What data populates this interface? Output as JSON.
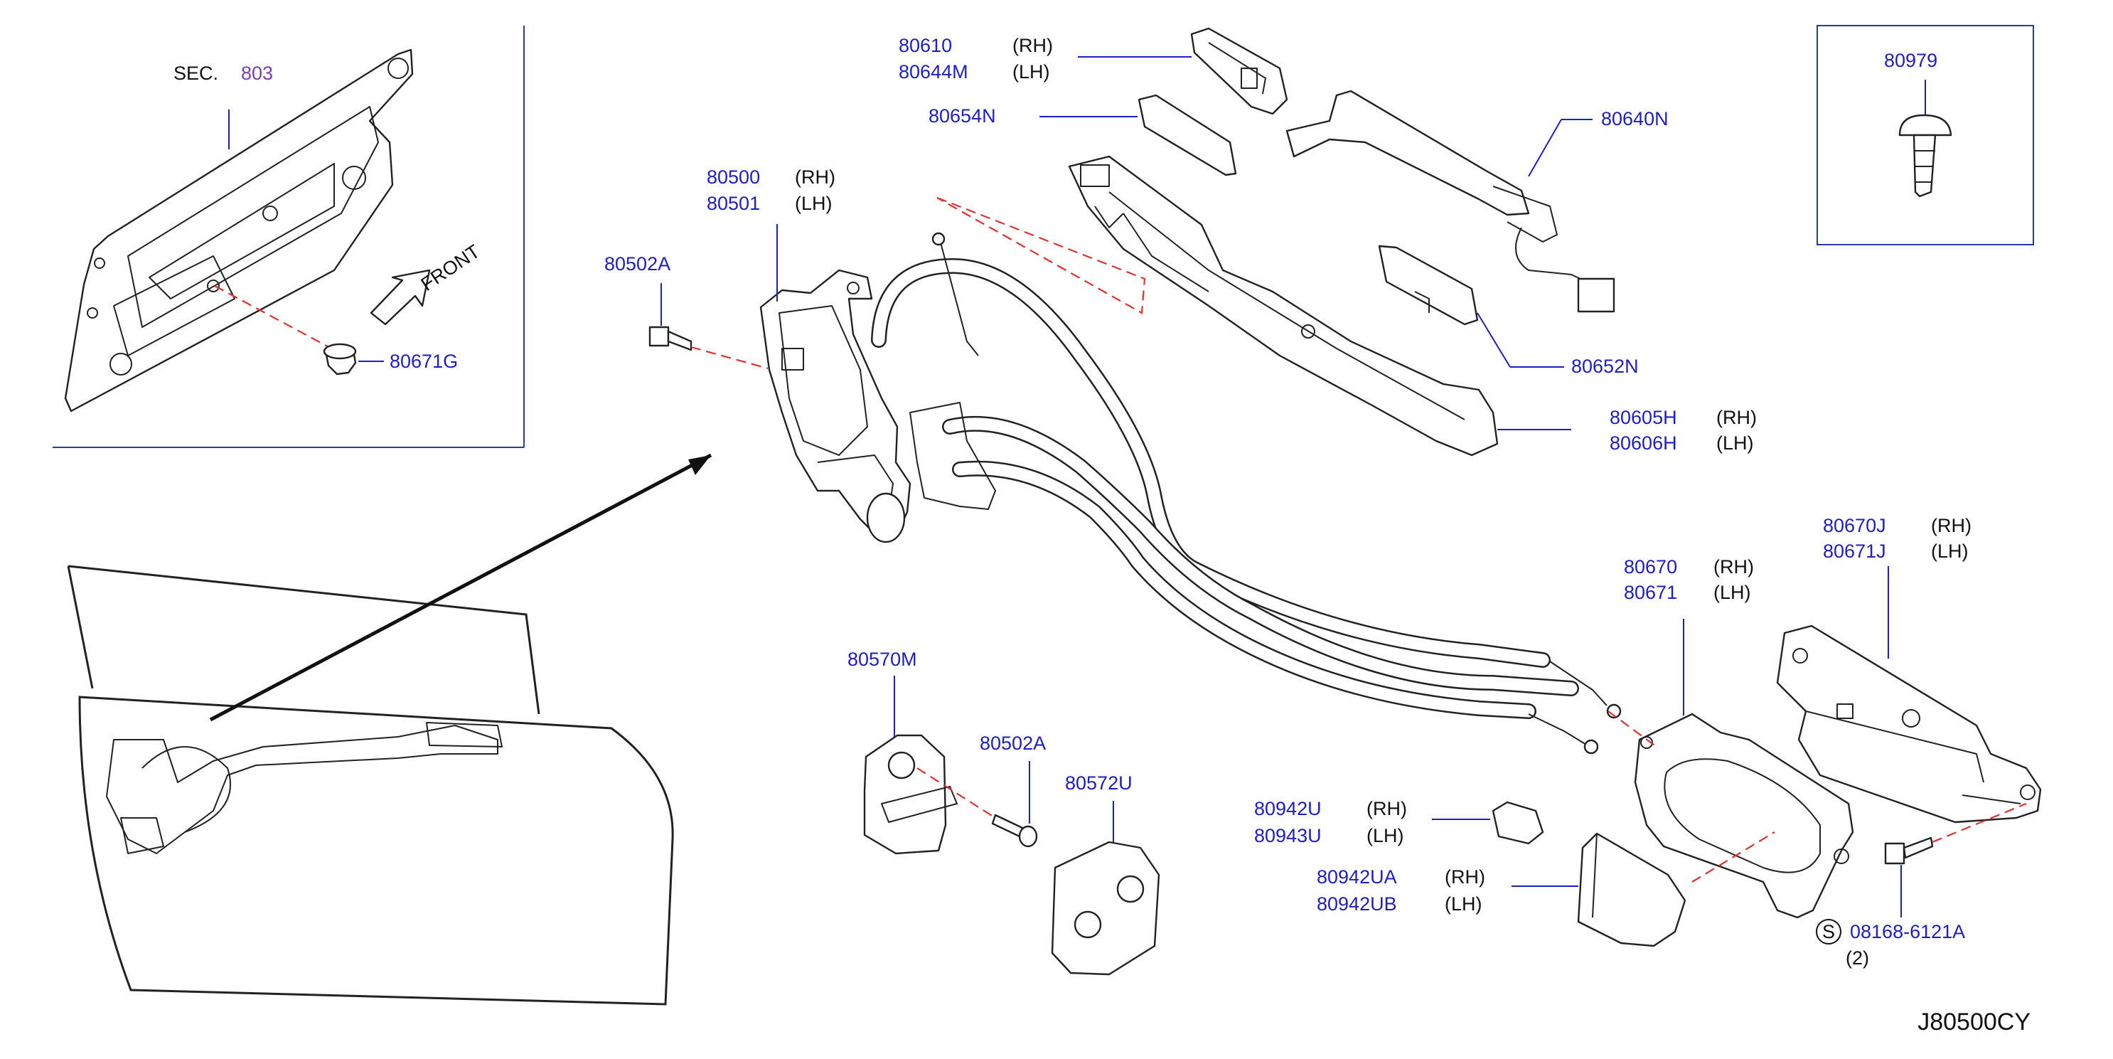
{
  "diagram_code": "J80500CY",
  "section_ref": {
    "label": "SEC.",
    "number": "803"
  },
  "front_label": "FRONT",
  "parts": {
    "latch": {
      "numbers": [
        "80500",
        "80501"
      ],
      "sides": [
        "(RH)",
        "(LH)"
      ]
    },
    "screw_top": {
      "number": "80502A"
    },
    "clip": {
      "number": "80671G"
    },
    "handle_cover": {
      "numbers": [
        "80610",
        "80644M"
      ],
      "sides": [
        "(RH)",
        "(LH)"
      ]
    },
    "gasket_front": {
      "number": "80654N"
    },
    "outside_handle": {
      "number": "80640N"
    },
    "gasket_rear": {
      "number": "80652N"
    },
    "handle_bracket": {
      "numbers": [
        "80605H",
        "80606H"
      ],
      "sides": [
        "(RH)",
        "(LH)"
      ]
    },
    "grommet": {
      "number": "80979"
    },
    "striker": {
      "number": "80570M"
    },
    "screw_striker": {
      "number": "80502A"
    },
    "striker_cover": {
      "number": "80572U"
    },
    "escutcheon": {
      "numbers": [
        "80670J",
        "80671J"
      ],
      "sides": [
        "(RH)",
        "(LH)"
      ]
    },
    "inside_handle": {
      "numbers": [
        "80670",
        "80671"
      ],
      "sides": [
        "(RH)",
        "(LH)"
      ]
    },
    "cap": {
      "numbers": [
        "80942U",
        "80943U"
      ],
      "sides": [
        "(RH)",
        "(LH)"
      ]
    },
    "trim": {
      "numbers": [
        "80942UA",
        "80942UB"
      ],
      "sides": [
        "(RH)",
        "(LH)"
      ]
    },
    "bolt": {
      "symbol": "S",
      "number": "08168-6121A",
      "qty": "(2)"
    }
  }
}
